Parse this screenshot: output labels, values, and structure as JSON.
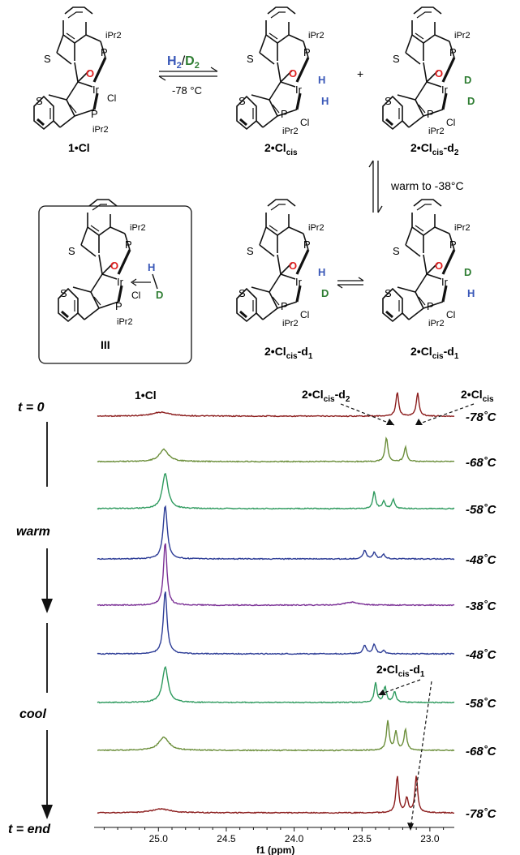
{
  "scheme": {
    "labels": {
      "ipr2": "iPr2",
      "p": "P",
      "s": "S",
      "o": "O",
      "ir": "Ir",
      "cl": "Cl",
      "h": "H",
      "d": "D",
      "plus": "+"
    },
    "compounds": {
      "c1": "1•Cl",
      "c2": "2•Cl",
      "c2_sub": "cis",
      "c2d2_suffix": "-d",
      "c2d2_sub": "2",
      "c2d1_sub": "1",
      "intermediate": "III"
    },
    "reagent": "H2/D2",
    "reagent_h": "H",
    "reagent_sub": "2",
    "reagent_slash": "/",
    "reagent_d": "D",
    "condition1": "-78 °C",
    "condition2": "warm to -38°C"
  },
  "chart_data": {
    "type": "line",
    "title": "",
    "xlabel": "f1 (ppm)",
    "ylabel": "",
    "xlim": [
      25.45,
      22.82
    ],
    "xticks": [
      25.0,
      24.5,
      24.0,
      23.5,
      23.0
    ],
    "xtick_labels": [
      "25.0",
      "24.5",
      "24.0",
      "23.5",
      "23.0"
    ],
    "annotations": {
      "peak_1cl": "1•Cl",
      "peak_2cl": "2•Cl",
      "peak_2cl_sub": "cis",
      "peak_d_suffix": "-d",
      "peak_d2_sub": "2",
      "peak_d1_sub": "1"
    },
    "side_labels": {
      "t0": "t = 0",
      "warm": "warm",
      "cool": "cool",
      "tend": "t = end"
    },
    "series": [
      {
        "temp": "-78˚C",
        "color": "#8b1c1c",
        "peaks": [
          {
            "x": 24.98,
            "h": 0.16,
            "w": 0.08
          },
          {
            "x": 23.24,
            "h": 1.0,
            "w": 0.012
          },
          {
            "x": 23.09,
            "h": 0.95,
            "w": 0.012
          }
        ]
      },
      {
        "temp": "-68˚C",
        "color": "#6b8e3a",
        "peaks": [
          {
            "x": 24.96,
            "h": 0.5,
            "w": 0.04
          },
          {
            "x": 23.32,
            "h": 1.0,
            "w": 0.012
          },
          {
            "x": 23.18,
            "h": 0.6,
            "w": 0.012
          }
        ]
      },
      {
        "temp": "-58˚C",
        "color": "#2e9a5e",
        "peaks": [
          {
            "x": 24.95,
            "h": 1.45,
            "w": 0.025
          },
          {
            "x": 23.41,
            "h": 0.7,
            "w": 0.012
          },
          {
            "x": 23.34,
            "h": 0.3,
            "w": 0.012
          },
          {
            "x": 23.27,
            "h": 0.38,
            "w": 0.012
          }
        ]
      },
      {
        "temp": "-48˚C",
        "color": "#2c3c96",
        "peaks": [
          {
            "x": 24.95,
            "h": 2.2,
            "w": 0.018
          },
          {
            "x": 23.48,
            "h": 0.35,
            "w": 0.014
          },
          {
            "x": 23.41,
            "h": 0.25,
            "w": 0.014
          },
          {
            "x": 23.34,
            "h": 0.18,
            "w": 0.014
          }
        ]
      },
      {
        "temp": "-38˚C",
        "color": "#7a2f95",
        "peaks": [
          {
            "x": 24.95,
            "h": 2.6,
            "w": 0.015
          },
          {
            "x": 23.58,
            "h": 0.12,
            "w": 0.06
          }
        ]
      },
      {
        "temp": "-48˚C",
        "color": "#2c3c96",
        "peaks": [
          {
            "x": 24.95,
            "h": 2.6,
            "w": 0.016
          },
          {
            "x": 23.48,
            "h": 0.35,
            "w": 0.014
          },
          {
            "x": 23.41,
            "h": 0.38,
            "w": 0.014
          },
          {
            "x": 23.34,
            "h": 0.12,
            "w": 0.014
          }
        ]
      },
      {
        "temp": "-58˚C",
        "color": "#2e9a5e",
        "peaks": [
          {
            "x": 24.95,
            "h": 1.45,
            "w": 0.025
          },
          {
            "x": 23.4,
            "h": 0.8,
            "w": 0.012
          },
          {
            "x": 23.33,
            "h": 0.65,
            "w": 0.012
          },
          {
            "x": 23.26,
            "h": 0.45,
            "w": 0.012
          }
        ]
      },
      {
        "temp": "-68˚C",
        "color": "#6b8e3a",
        "peaks": [
          {
            "x": 24.96,
            "h": 0.55,
            "w": 0.045
          },
          {
            "x": 23.31,
            "h": 1.2,
            "w": 0.012
          },
          {
            "x": 23.25,
            "h": 0.75,
            "w": 0.012
          },
          {
            "x": 23.18,
            "h": 0.85,
            "w": 0.012
          }
        ]
      },
      {
        "temp": "-78˚C",
        "color": "#8b1c1c",
        "peaks": [
          {
            "x": 24.98,
            "h": 0.16,
            "w": 0.08
          },
          {
            "x": 23.24,
            "h": 1.5,
            "w": 0.012
          },
          {
            "x": 23.17,
            "h": 0.6,
            "w": 0.012
          },
          {
            "x": 23.1,
            "h": 1.5,
            "w": 0.012
          }
        ]
      }
    ]
  }
}
